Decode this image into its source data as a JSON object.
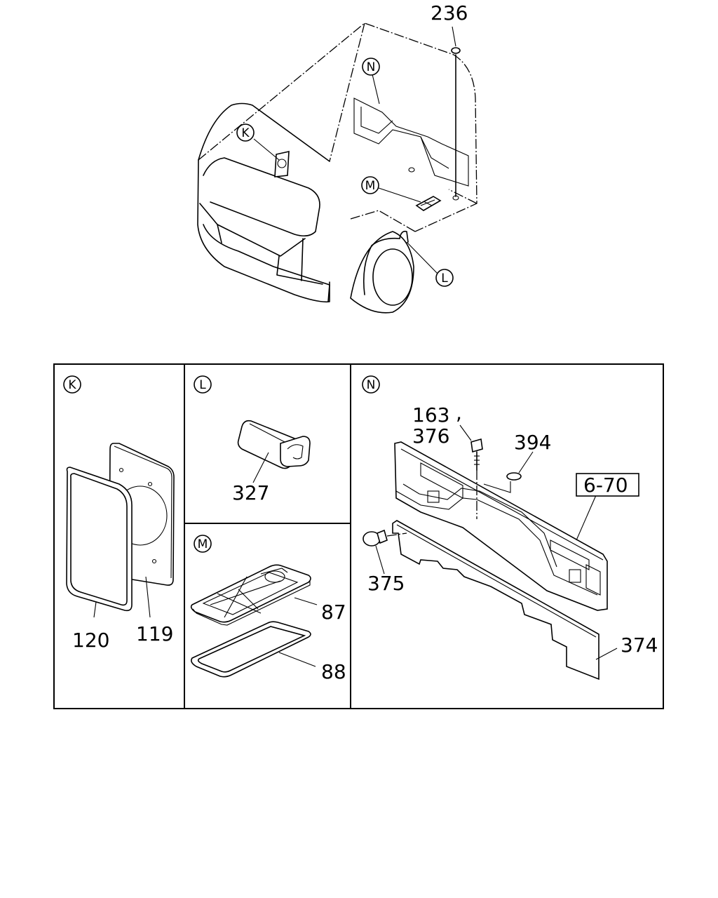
{
  "overview": {
    "part_236": "236",
    "callouts": {
      "k": "K",
      "l": "L",
      "m": "M",
      "n": "N"
    }
  },
  "panel_k": {
    "letter": "K",
    "part_120": "120",
    "part_119": "119"
  },
  "panel_l": {
    "letter": "L",
    "part_327": "327"
  },
  "panel_m": {
    "letter": "M",
    "part_87": "87",
    "part_88": "88"
  },
  "panel_n": {
    "letter": "N",
    "part_163": "163",
    "comma": ",",
    "part_376": "376",
    "part_394": "394",
    "ref_box": "6-70",
    "part_375": "375",
    "part_374": "374"
  }
}
